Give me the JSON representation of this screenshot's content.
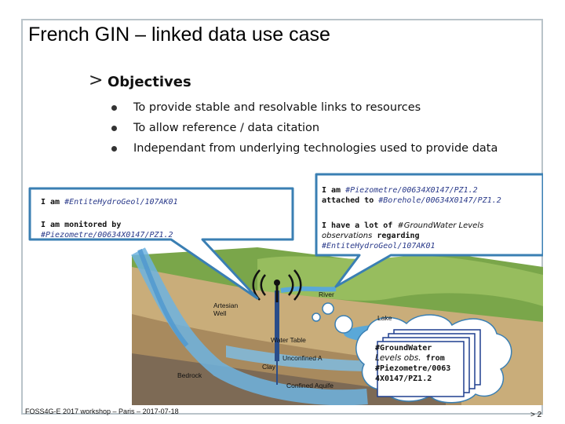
{
  "slide": {
    "title": "French GIN – linked data use case",
    "heading_marker": ">",
    "heading": "Objectives",
    "bullets": [
      "To provide stable and resolvable links to resources",
      "To allow reference / data citation",
      "Independant from underlying technologies used to provide data"
    ]
  },
  "callouts": {
    "left_1_prefix": "I am ",
    "left_1_ref": "#EntiteHydroGeol/107AK01",
    "left_2_line1": "I am monitored by",
    "left_2_ref": "#Piezometre/00634X0147/PZ1.2",
    "right_1_prefix": "I am ",
    "right_1_ref": "#Piezometre/00634X0147/PZ1.2",
    "right_1_line2_prefix": "attached to ",
    "right_1_line2_ref": "#Borehole/00634X0147/PZ1.2",
    "right_2_prefix": "I have a lot of ",
    "right_2_ital": "#GroundWater Levels",
    "right_2_line2_ital": "observations",
    "right_2_line2_suffix": " regarding",
    "right_2_ref": "#EntiteHydroGeol/107AK01"
  },
  "map_labels": {
    "artesian_well": "Artesian Well",
    "river": "River",
    "lake": "Lake",
    "water_table": "Water Table",
    "unconfined": "Unconfined A",
    "clay": "Clay",
    "bedrock": "Bedrock",
    "confined": "Confined Aquife"
  },
  "observation_stack": {
    "line1": "#GroundWater",
    "line2_ital": "Levels obs.",
    "line2_suffix": " from",
    "line3": "#Piezometre/0063",
    "line4": "4X0147/PZ1.2"
  },
  "footer": {
    "text": "FOSS4G-E 2017 workshop – Paris – 2017-07-18",
    "page_marker": "> 2"
  },
  "colors": {
    "frame_border": "#b9c3c9",
    "callout_border": "#3a7fb3",
    "link_ref": "#2a3a8a",
    "water": "#5aa8d8",
    "terrain": "#7aa64a"
  }
}
